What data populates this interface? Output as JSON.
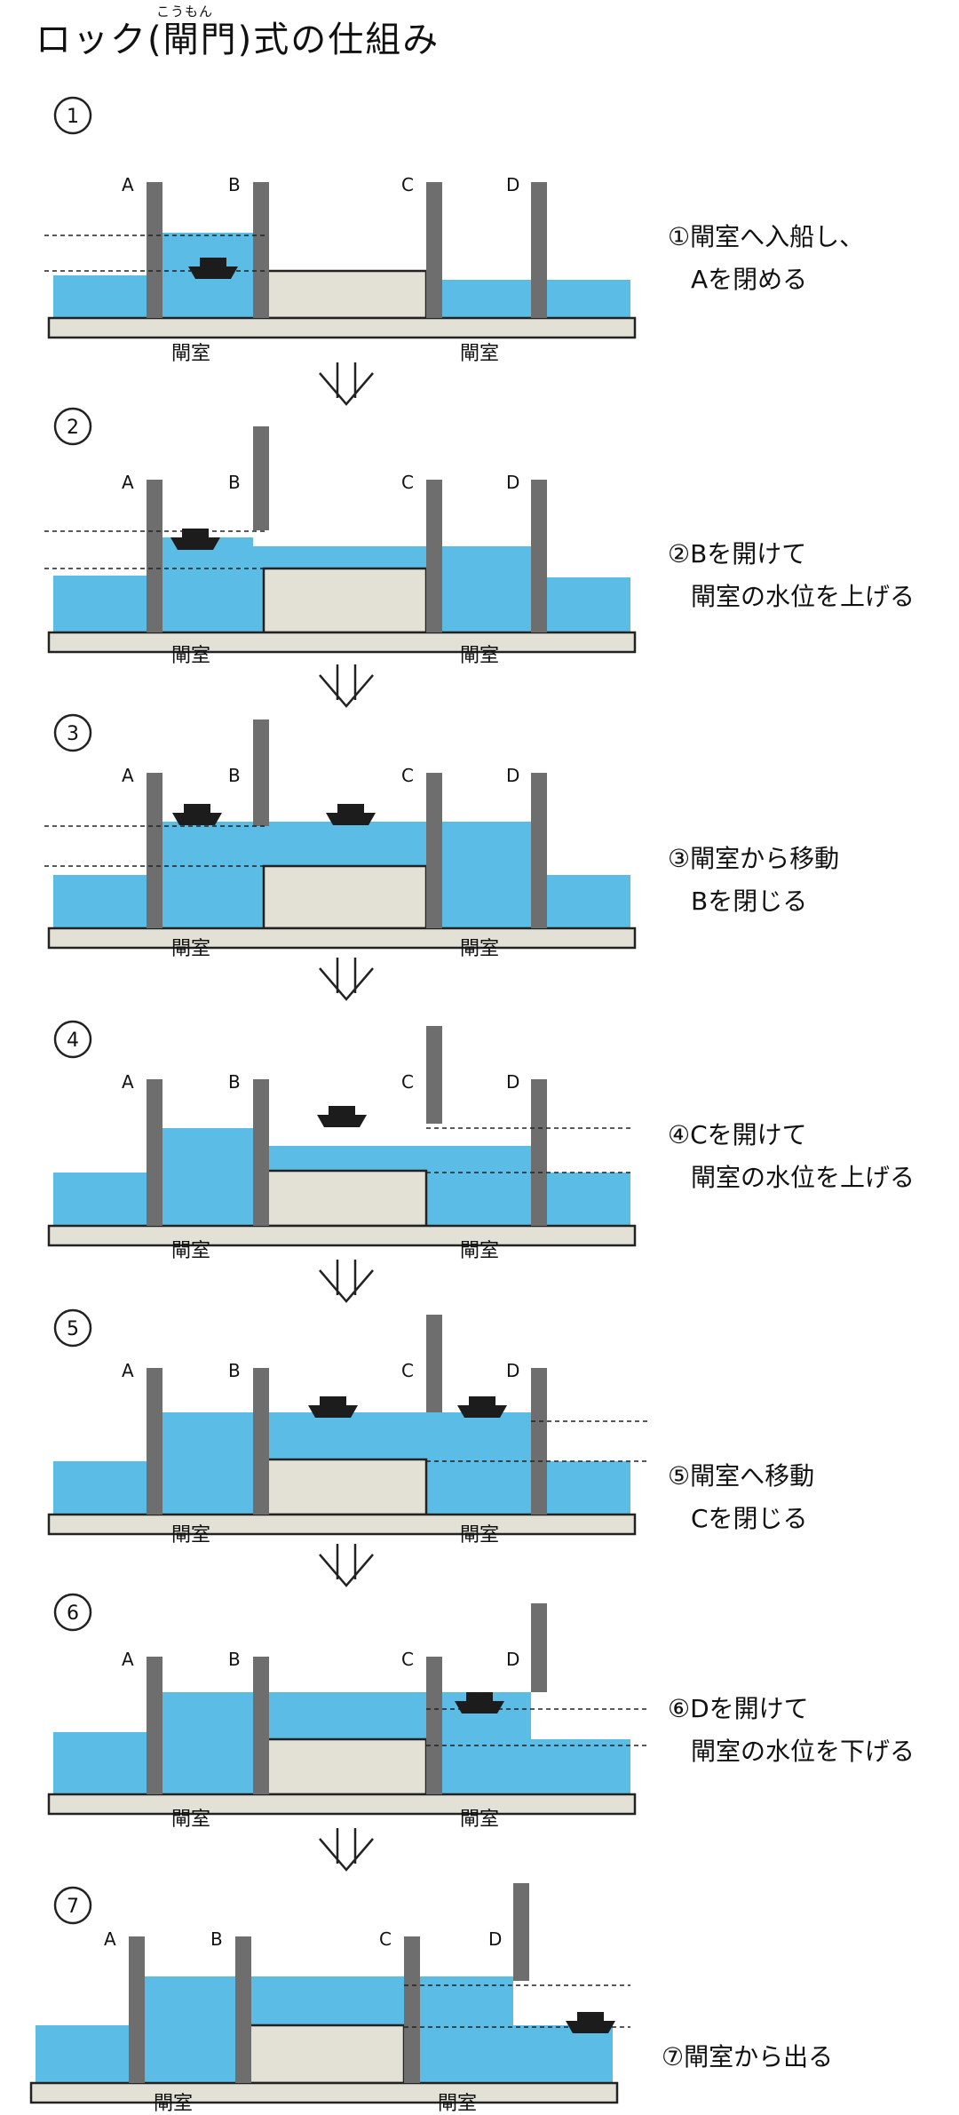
{
  "title": {
    "text": "ロック(閘門)式の仕組み",
    "ruby": "こうもん"
  },
  "chamber_label": "閘室",
  "gate_labels": [
    "A",
    "B",
    "C",
    "D"
  ],
  "steps": [
    {
      "number": "①",
      "lines": [
        "①閘室へ入船し、",
        "Aを閉める"
      ]
    },
    {
      "number": "②",
      "lines": [
        "②Bを開けて",
        "閘室の水位を上げる"
      ]
    },
    {
      "number": "③",
      "lines": [
        "③閘室から移動",
        "Bを閉じる"
      ]
    },
    {
      "number": "④",
      "lines": [
        "④Cを開けて",
        "閘室の水位を上げる"
      ]
    },
    {
      "number": "⑤",
      "lines": [
        "⑤閘室へ移動",
        "Cを閉じる"
      ]
    },
    {
      "number": "⑥",
      "lines": [
        "⑥Dを開けて",
        "閘室の水位を下げる"
      ]
    },
    {
      "number": "⑦",
      "lines": [
        "⑦閘室から出る"
      ]
    }
  ],
  "colors": {
    "water": "#5bbde6",
    "ground": "#e3e1d6",
    "gate": "#6e6e6e",
    "boat": "#1c1c1c",
    "line": "#222222"
  }
}
